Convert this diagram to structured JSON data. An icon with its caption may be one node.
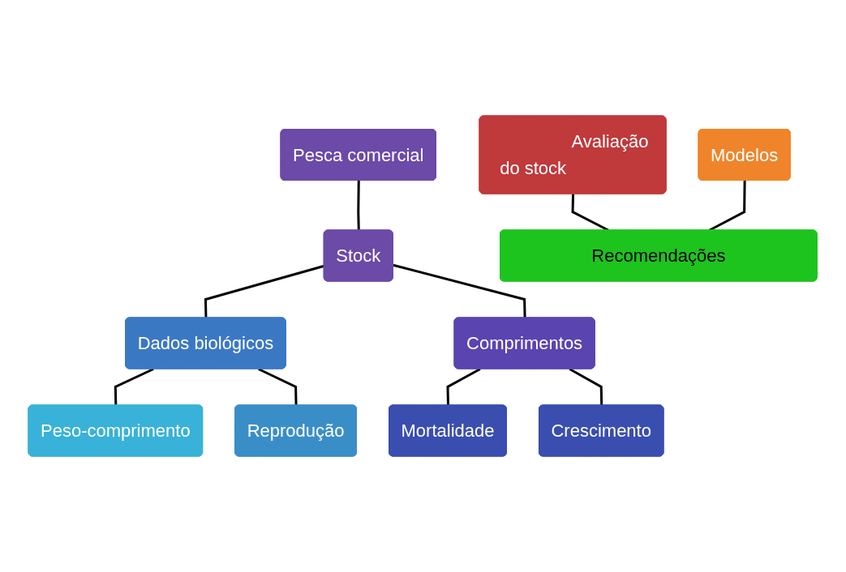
{
  "diagram": {
    "nodes": [
      {
        "text": [
          "Pesca comercial"
        ]
      },
      {
        "text": [
          "Stock"
        ]
      },
      {
        "text": [
          "Dados biológicos"
        ]
      },
      {
        "text": [
          "Comprimentos"
        ]
      },
      {
        "text": [
          "Peso-comprimento"
        ]
      },
      {
        "text": [
          "Reprodução"
        ]
      },
      {
        "text": [
          "Mortalidade"
        ]
      },
      {
        "text": [
          "Crescimento"
        ]
      },
      {
        "text": [
          "Avaliação do stock"
        ]
      },
      {
        "text": [
          "Modelos"
        ]
      },
      {
        "text": [
          "Recomendações"
        ]
      }
    ],
    "edges": [
      {
        "from": 0,
        "to": 1,
        "arrow": "none"
      },
      {
        "from": 1,
        "to": 2,
        "arrow": "none"
      },
      {
        "from": 1,
        "to": 3,
        "arrow": "none"
      },
      {
        "from": 2,
        "to": 4,
        "arrow": "none"
      },
      {
        "from": 2,
        "to": 5,
        "arrow": "none"
      },
      {
        "from": 3,
        "to": 6,
        "arrow": "none"
      },
      {
        "from": 3,
        "to": 7,
        "arrow": "none"
      },
      {
        "from": 8,
        "to": 10,
        "arrow": "none"
      },
      {
        "from": 9,
        "to": 10,
        "arrow": "none"
      }
    ]
  }
}
